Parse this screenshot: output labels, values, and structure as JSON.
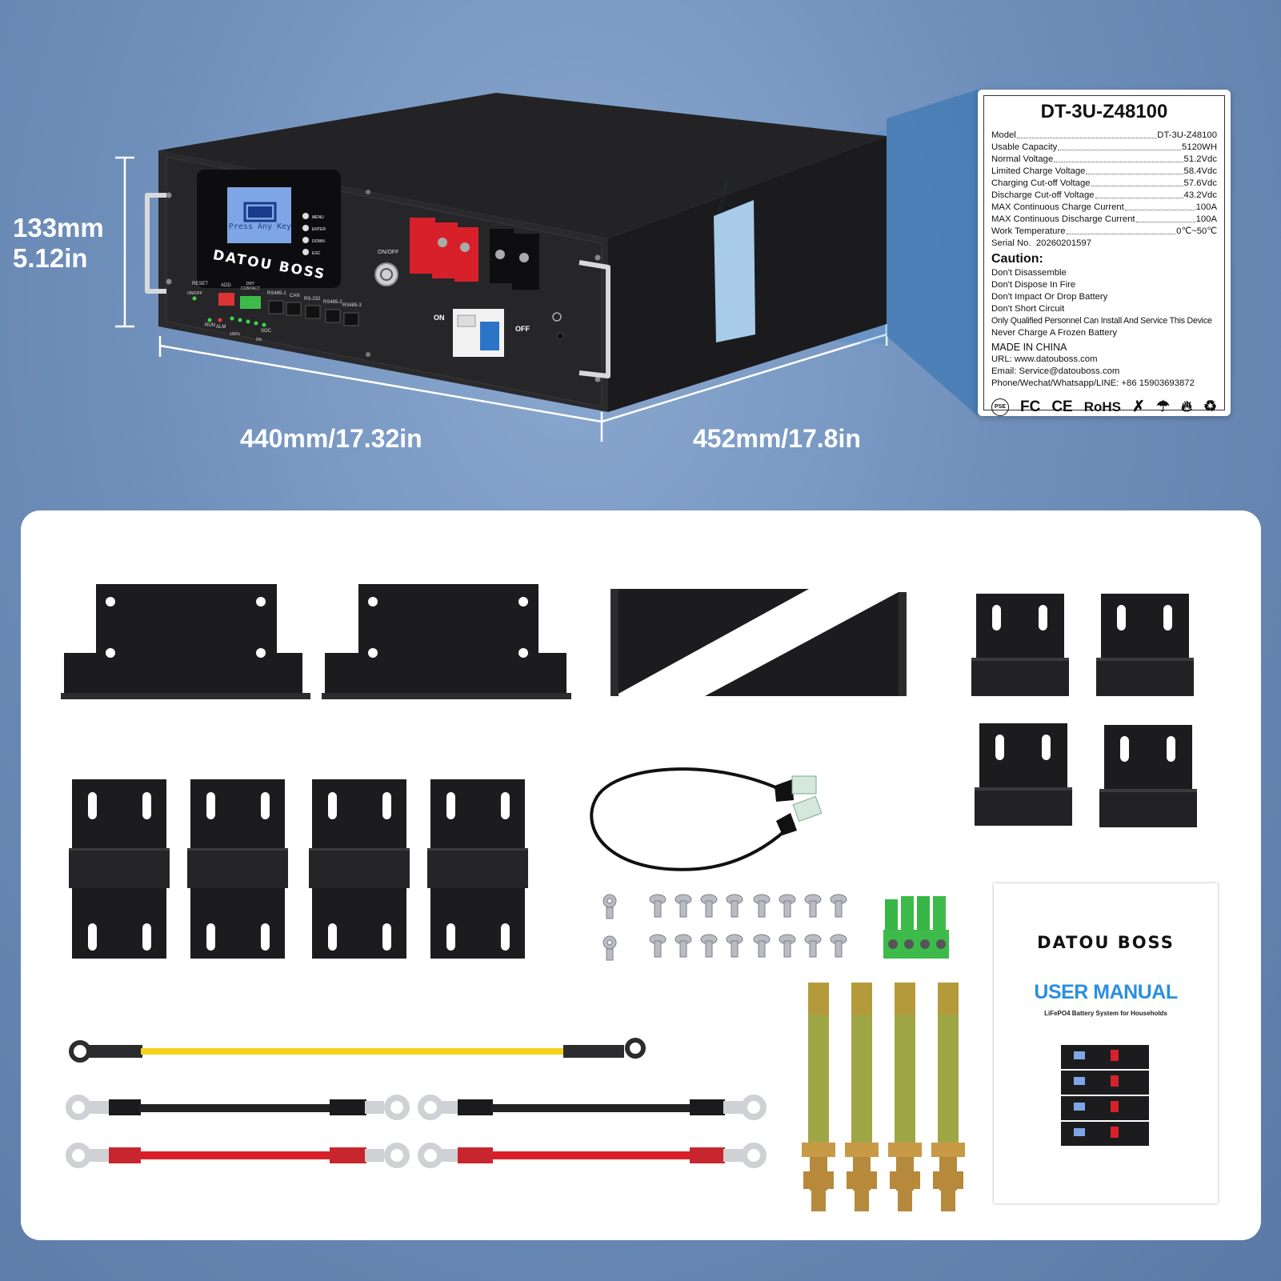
{
  "dimensions": {
    "height_mm": "133mm",
    "height_in": "5.12in",
    "width": "440mm/17.32in",
    "depth": "452mm/17.8in"
  },
  "battery_front": {
    "brand": "DATOU BOSS",
    "lcd_text": "Press Any Key",
    "buttons": [
      "MENU",
      "ENTER",
      "DOWN",
      "ESC"
    ],
    "labels": {
      "reset": "RESET",
      "on_off": "ON/OFF",
      "add": "ADD",
      "dry_contact": "DRY CONTACT",
      "rs485_1": "RS485-1",
      "can": "CAN",
      "rs232": "RS-232",
      "rs485_2": "RS485-2",
      "rs485_3": "RS485-3",
      "run": "RUN",
      "alm": "ALM",
      "soc": "SOC",
      "pct100": "100%",
      "pct0": "0%",
      "power_button": "ON/OFF",
      "breaker_on": "ON",
      "breaker_off": "OFF"
    },
    "side_sticker_title": "DT-3U-Z48100"
  },
  "spec_label": {
    "title": "DT-3U-Z48100",
    "rows": [
      {
        "key": "Model",
        "value": "DT-3U-Z48100"
      },
      {
        "key": "Usable Capacity",
        "value": "5120WH"
      },
      {
        "key": "Normal Voltage",
        "value": "51.2Vdc"
      },
      {
        "key": "Limited Charge Voltage",
        "value": "58.4Vdc"
      },
      {
        "key": "Charging Cut-off Voltage",
        "value": "57.6Vdc"
      },
      {
        "key": "Discharge Cut-off Voltage",
        "value": "43.2Vdc"
      },
      {
        "key": "MAX Continuous Charge Current",
        "value": "100A"
      },
      {
        "key": "MAX Continuous Discharge Current",
        "value": "100A"
      },
      {
        "key": "Work Temperature",
        "value": "0℃~50℃"
      }
    ],
    "serial_label": "Serial No.",
    "serial_value": "20260201597",
    "caution_title": "Caution:",
    "caution_items": [
      "Don't Disassemble",
      "Don't Dispose In Fire",
      "Don't Impact Or Drop Battery",
      "Don't Short Circuit",
      "Only Qualified Personnel Can Install And Service This Device",
      "Never Charge A Frozen Battery"
    ],
    "made_in": "MADE IN CHINA",
    "url_label": "URL:",
    "url_value": "www.datouboss.com",
    "email_label": "Email:",
    "email_value": "Service@datouboss.com",
    "phone_label": "Phone/Wechat/Whatsapp/LINE:",
    "phone_value": "+86 15903693872",
    "certs": [
      "PSE",
      "FC",
      "CE",
      "RoHS"
    ]
  },
  "manual": {
    "brand": "DATOU BOSS",
    "title": "USER MANUAL",
    "subtitle": "LiFePO4 Battery System for Households"
  },
  "colors": {
    "background": "#6f8fbb",
    "battery": "#1f1f22",
    "positive_terminal": "#d8202a",
    "yellow_cable": "#f3d21a",
    "red_cable": "#d8202a",
    "manual_title": "#2b8fe0",
    "connector_green": "#3dbb4a"
  }
}
